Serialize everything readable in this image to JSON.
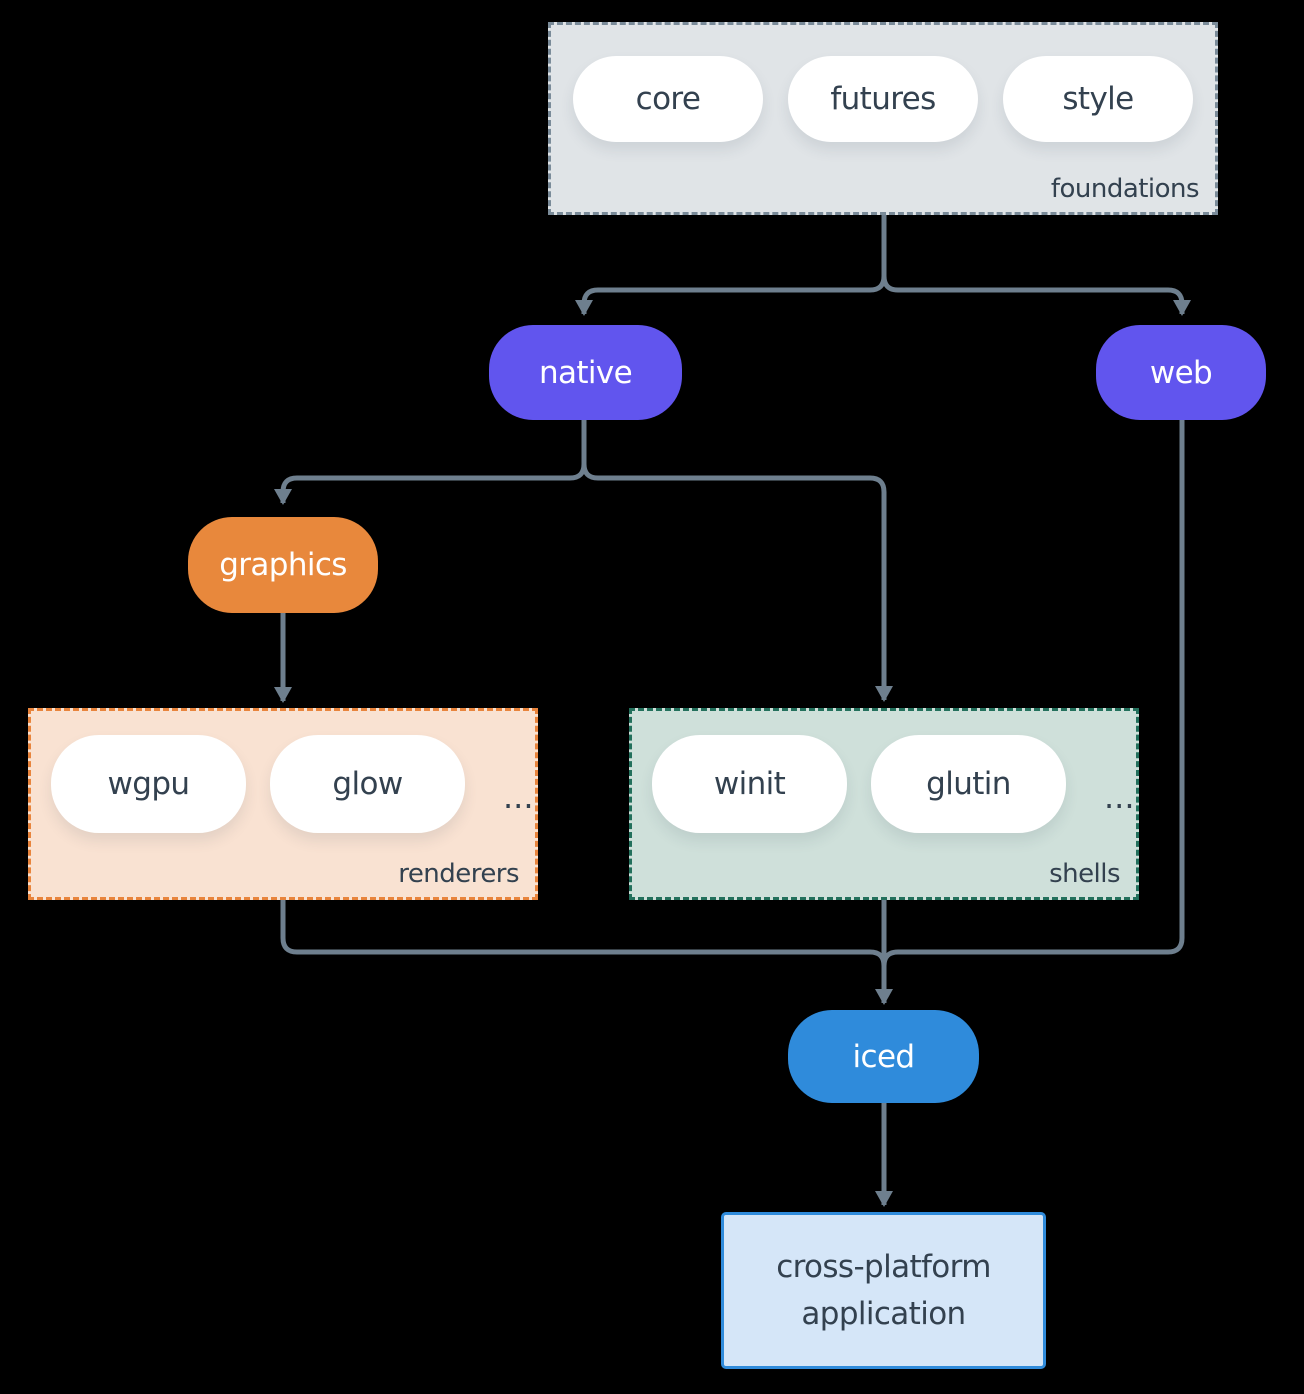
{
  "colors": {
    "background": "#000000",
    "arrow": "#6e7f8e",
    "text_dark": "#33414f",
    "text_light": "#ffffff",
    "node_platform_purple": "#6155ee",
    "node_graphics_orange": "#e8883c",
    "node_iced_blue": "#2f8bdb",
    "foundations_bg": "#e0e4e7",
    "foundations_border": "#7a8b99",
    "renderers_bg": "#f9e2d2",
    "renderers_border": "#e8843c",
    "shells_bg": "#cfe0da",
    "shells_border": "#23705c",
    "app_bg": "#d5e6f8",
    "app_border": "#2f8bdb"
  },
  "groups": {
    "foundations": {
      "label": "foundations",
      "pills": [
        "core",
        "futures",
        "style"
      ]
    },
    "renderers": {
      "label": "renderers",
      "pills": [
        "wgpu",
        "glow"
      ],
      "ellipsis": "..."
    },
    "shells": {
      "label": "shells",
      "pills": [
        "winit",
        "glutin"
      ],
      "ellipsis": "..."
    }
  },
  "nodes": {
    "native": "native",
    "web": "web",
    "graphics": "graphics",
    "iced": "iced",
    "app_line1": "cross-platform",
    "app_line2": "application"
  }
}
